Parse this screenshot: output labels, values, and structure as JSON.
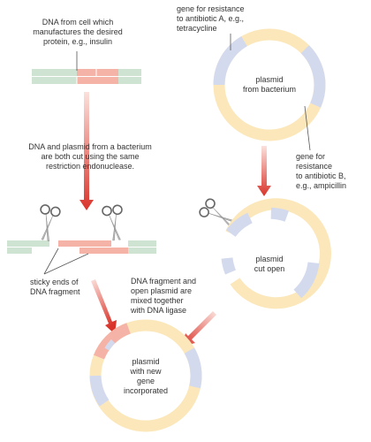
{
  "labels": {
    "donor_dna": "DNA from cell which\nmanufactures the desired\nprotein, e.g., insulin",
    "gene_a": "gene for resistance\nto antibiotic A, e.g.,\ntetracycline",
    "plasmid_bacterium": "plasmid\nfrom bacterium",
    "gene_b": "gene for\nresistance\nto antibiotic B,\ne.g., ampicillin",
    "cut_step": "DNA and plasmid from a bacterium\nare both cut using the same\nrestriction endonuclease.",
    "plasmid_cut": "plasmid\ncut open",
    "sticky_ends": "sticky ends of\nDNA fragment",
    "mix_step": "DNA fragment and\nopen plasmid are\nmixed together\nwith DNA ligase",
    "plasmid_new_gene": "plasmid\nwith new\ngene\nincorporated"
  },
  "colors": {
    "green": "#cfe3d2",
    "salmon": "#f5b3a8",
    "yellow": "#fbe7b9",
    "blue": "#d4daee",
    "arrow_red": "#d9342b",
    "text": "#333333"
  },
  "icons": [
    "scissors-icon",
    "scissors-icon",
    "scissors-icon"
  ]
}
